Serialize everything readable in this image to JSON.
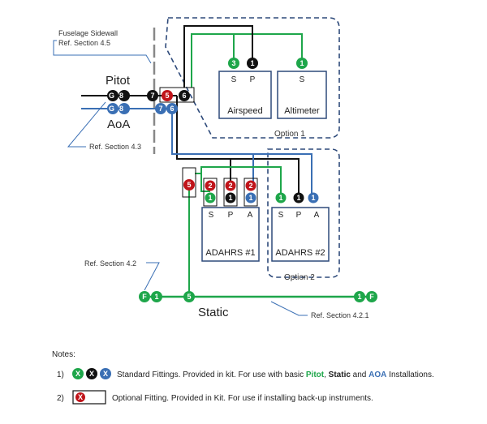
{
  "labels": {
    "fuselage_line1": "Fuselage Sidewall",
    "fuselage_line2": "Ref. Section 4.5",
    "pitot": "Pitot",
    "aoa": "AoA",
    "ref_4_3": "Ref. Section 4.3",
    "ref_4_2": "Ref. Section 4.2",
    "ref_4_2_1": "Ref. Section 4.2.1",
    "static": "Static",
    "option1": "Option 1",
    "option2": "Option 2"
  },
  "instruments": {
    "airspeed": {
      "name": "Airspeed",
      "ports": [
        "S",
        "P"
      ]
    },
    "altimeter": {
      "name": "Altimeter",
      "ports": [
        "S"
      ]
    },
    "adahrs1": {
      "name": "ADAHRS #1",
      "ports": [
        "S",
        "P",
        "A"
      ]
    },
    "adahrs2": {
      "name": "ADAHRS #2",
      "ports": [
        "S",
        "P",
        "A"
      ]
    }
  },
  "fittings": {
    "pitot_g8": "G8",
    "pitot_inline_7": "7",
    "pitot_inline_5": "5",
    "pitot_inline_6": "6",
    "aoa_g8": "G8",
    "aoa_inline_7": "7",
    "aoa_inline_6": "6",
    "airspeed_s": "3",
    "airspeed_p": "1",
    "altimeter_s": "1",
    "static_tee_adahrs": "5",
    "adahrs1_s_opt": "2",
    "adahrs1_s": "1",
    "adahrs1_p_opt": "2",
    "adahrs1_p": "1",
    "adahrs1_a_opt": "2",
    "adahrs1_a": "1",
    "adahrs2_s": "1",
    "adahrs2_p": "1",
    "adahrs2_a": "1",
    "static_left_f": "F",
    "static_left_1": "1",
    "static_tee": "5",
    "static_right_1": "1",
    "static_right_f": "F",
    "legend_green": "X",
    "legend_black": "X",
    "legend_blue": "X",
    "legend_red": "X"
  },
  "notes": {
    "title": "Notes:",
    "n1_num": "1)",
    "n1_pre": "Standard Fittings. Provided in kit. For use with basic ",
    "n1_pitot": "Pitot",
    "n1_sep1": ", ",
    "n1_static": "Static",
    "n1_and": " and ",
    "n1_aoa": "AOA",
    "n1_post": " Installations.",
    "n2_num": "2)",
    "n2_text": "Optional Fitting. Provided in Kit. For use if installing back-up instruments."
  },
  "colors": {
    "green": "#1ea64a",
    "black": "#111111",
    "blue": "#3a6fb4",
    "red": "#c0141a",
    "box_border": "#2e4a7a",
    "dash": "#2e4a7a",
    "gray": "#888888"
  }
}
